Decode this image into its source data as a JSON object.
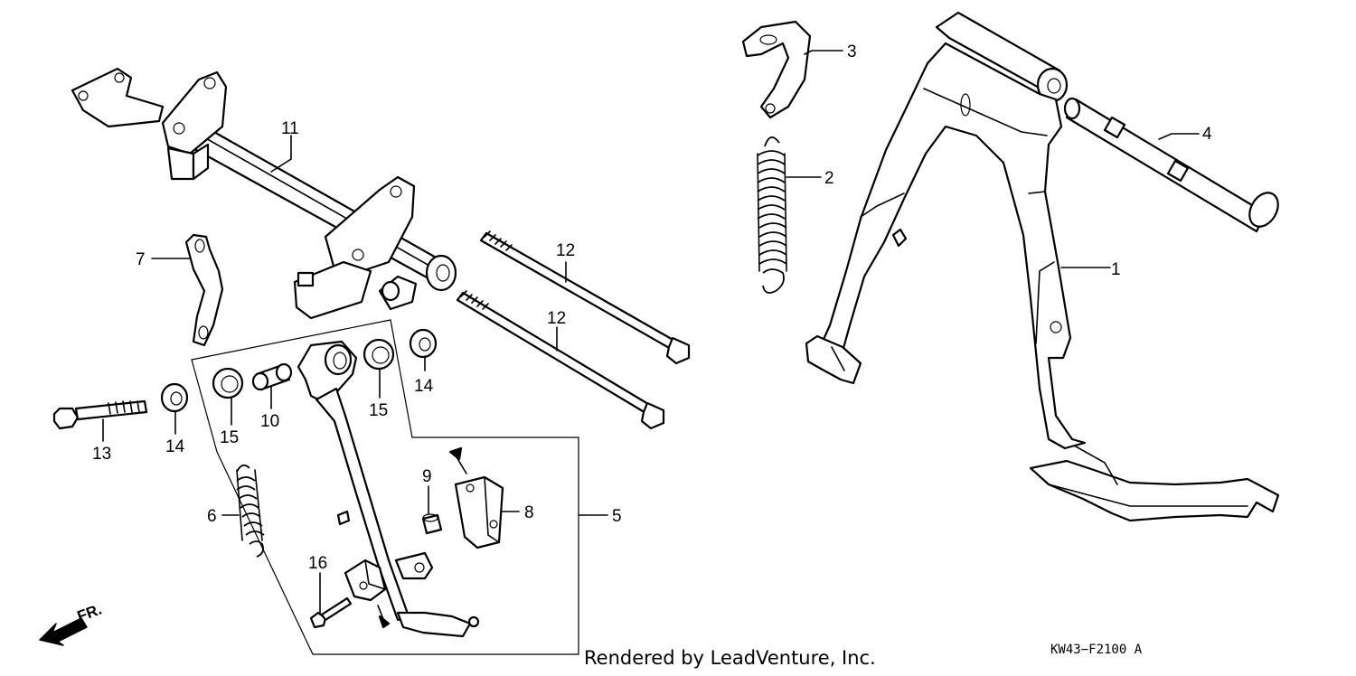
{
  "parts": [
    {
      "id": "p1",
      "label": "1"
    },
    {
      "id": "p2",
      "label": "2"
    },
    {
      "id": "p3",
      "label": "3"
    },
    {
      "id": "p4",
      "label": "4"
    },
    {
      "id": "p5",
      "label": "5"
    },
    {
      "id": "p6",
      "label": "6"
    },
    {
      "id": "p7",
      "label": "7"
    },
    {
      "id": "p8",
      "label": "8"
    },
    {
      "id": "p9",
      "label": "9"
    },
    {
      "id": "p10",
      "label": "10"
    },
    {
      "id": "p11",
      "label": "11"
    },
    {
      "id": "p12a",
      "label": "12"
    },
    {
      "id": "p12b",
      "label": "12"
    },
    {
      "id": "p13",
      "label": "13"
    },
    {
      "id": "p14a",
      "label": "14"
    },
    {
      "id": "p14b",
      "label": "14"
    },
    {
      "id": "p15a",
      "label": "15"
    },
    {
      "id": "p15b",
      "label": "15"
    },
    {
      "id": "p16",
      "label": "16"
    }
  ],
  "direction_label": "FR.",
  "credit": "Rendered by LeadVenture, Inc.",
  "diagram_code": "KW43−F2100 A"
}
